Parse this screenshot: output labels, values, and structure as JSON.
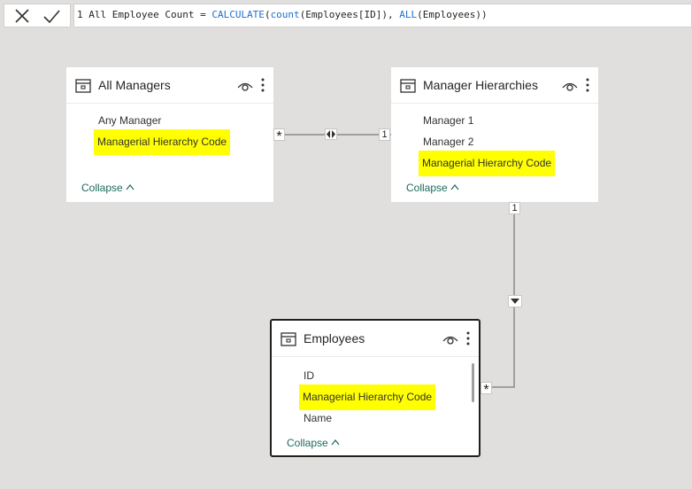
{
  "formula_bar": {
    "cancel_icon": "close-icon",
    "commit_icon": "checkmark-icon",
    "line_number": "1",
    "measure_prefix": "All Employee Count = ",
    "fn_calculate": "CALCULATE",
    "paren_open": "(",
    "fn_count": "count",
    "count_arg": "(Employees[ID]), ",
    "fn_all": "ALL",
    "all_arg": "(Employees))"
  },
  "tables": {
    "all_managers": {
      "title": "All Managers",
      "fields": [
        "Any Manager",
        "Managerial Hierarchy Code"
      ],
      "collapse": "Collapse"
    },
    "manager_hierarchies": {
      "title": "Manager Hierarchies",
      "fields": [
        "Manager 1",
        "Manager 2",
        "Managerial Hierarchy Code"
      ],
      "collapse": "Collapse"
    },
    "employees": {
      "title": "Employees",
      "fields": [
        "ID",
        "Managerial Hierarchy Code",
        "Name"
      ],
      "collapse": "Collapse"
    }
  },
  "relationships": {
    "managers_to_hierarchies": {
      "from_card": "*",
      "to_card": "1",
      "direction": "both"
    },
    "hierarchies_to_employees": {
      "from_card": "1",
      "to_card": "*",
      "direction": "single"
    }
  },
  "colors": {
    "canvas": "#e1dfdd",
    "highlight": "#ffff00",
    "collapse_link": "#1e6a5c",
    "dax_function": "#1f6fd1"
  }
}
